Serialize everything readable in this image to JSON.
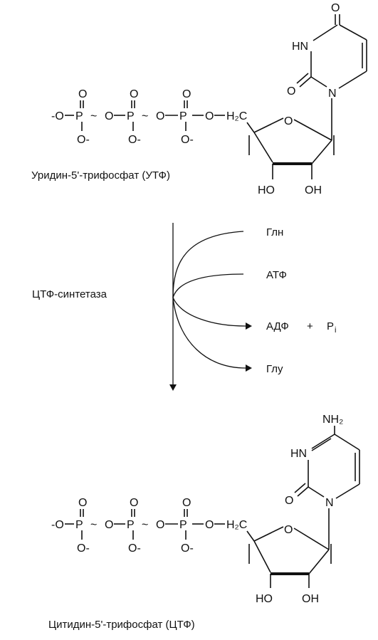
{
  "top_molecule": {
    "name": "Уридин-5'-трифосфат (УТФ)",
    "phosphate_chain": {
      "minus_o": "-O",
      "p": "P",
      "o": "O",
      "o_minus": "O-",
      "link": "~",
      "ch2": "H₂C"
    },
    "base_atoms": {
      "nh": "HN",
      "n": "N",
      "o": "O"
    },
    "sugar_atoms": {
      "ring_o": "O",
      "oh_left": "HO",
      "oh_right": "OH"
    }
  },
  "reaction": {
    "enzyme": "ЦТФ-синтетаза",
    "inputs": [
      "Глн",
      "АТФ"
    ],
    "outputs": [
      "АДФ",
      "Глу"
    ],
    "plus": "+",
    "pi": "P",
    "pi_sub": "i"
  },
  "bottom_molecule": {
    "name": "Цитидин-5'-трифосфат (ЦТФ)",
    "phosphate_chain": {
      "minus_o": "-O",
      "p": "P",
      "o": "O",
      "o_minus": "O-",
      "link": "~",
      "ch2": "H₂C"
    },
    "base_atoms": {
      "nh2": "NH₂",
      "nh": "HN",
      "n": "N",
      "o": "O"
    },
    "sugar_atoms": {
      "ring_o": "O",
      "oh_left": "HO",
      "oh_right": "OH"
    }
  }
}
